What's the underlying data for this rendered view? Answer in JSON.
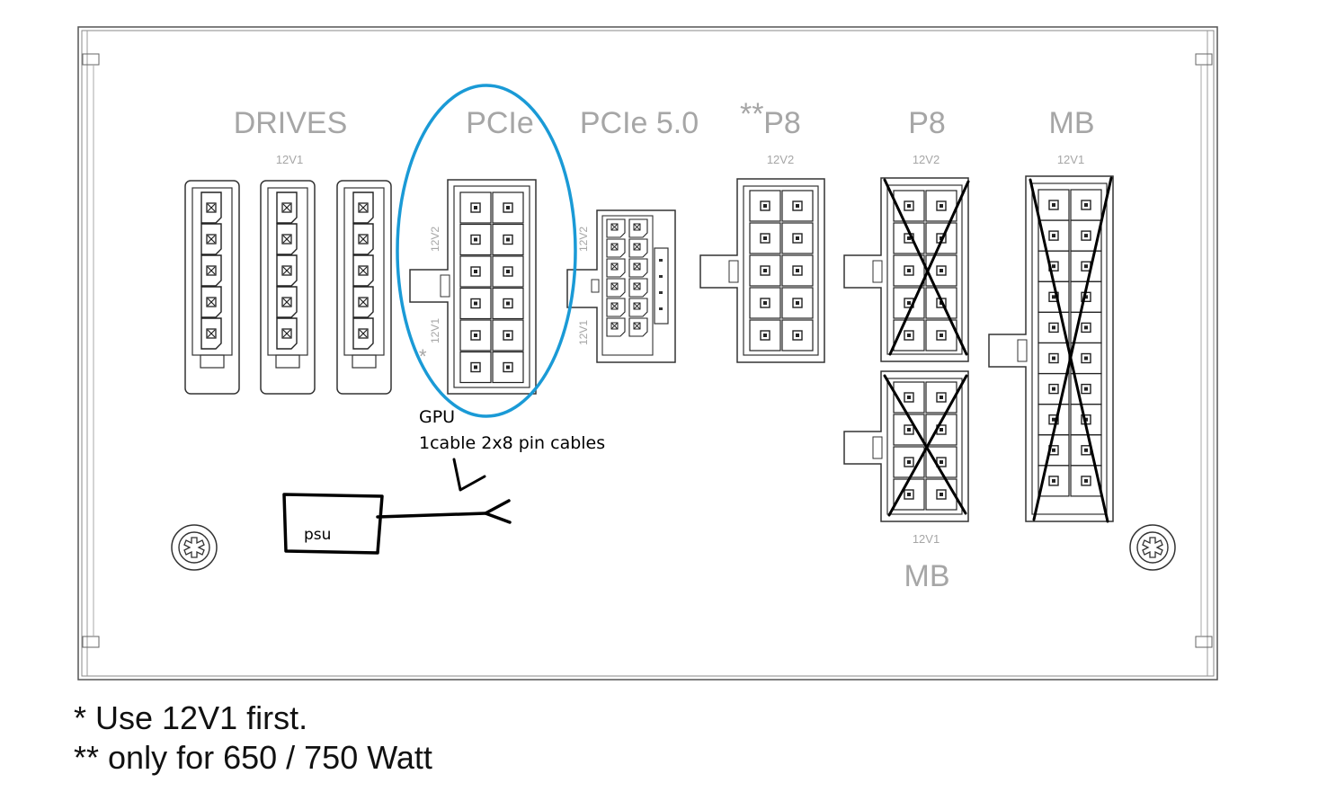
{
  "headers": {
    "drives": "DRIVES",
    "pcie": "PCIe",
    "pcie5": "PCIe 5.0",
    "p8a_prefix": "**",
    "p8a": "P8",
    "p8b": "P8",
    "mb_top": "MB",
    "mb_bottom": "MB"
  },
  "rails": {
    "drives": "12V1",
    "p8a": "12V2",
    "p8b": "12V2",
    "mb_top": "12V1",
    "mb_bottom": "12V1",
    "pcie_upper": "12V2",
    "pcie_lower": "12V1",
    "pcie5_upper": "12V2",
    "pcie5_lower": "12V1",
    "pcie_star": "*"
  },
  "annotation": {
    "gpu": "GPU",
    "cables": "1cable 2x8 pin cables",
    "psu": "psu",
    "highlight_color": "#1a9ad6"
  },
  "footnotes": {
    "line1": "* Use 12V1 first.",
    "line2": "** only for 650 / 750 Watt"
  }
}
